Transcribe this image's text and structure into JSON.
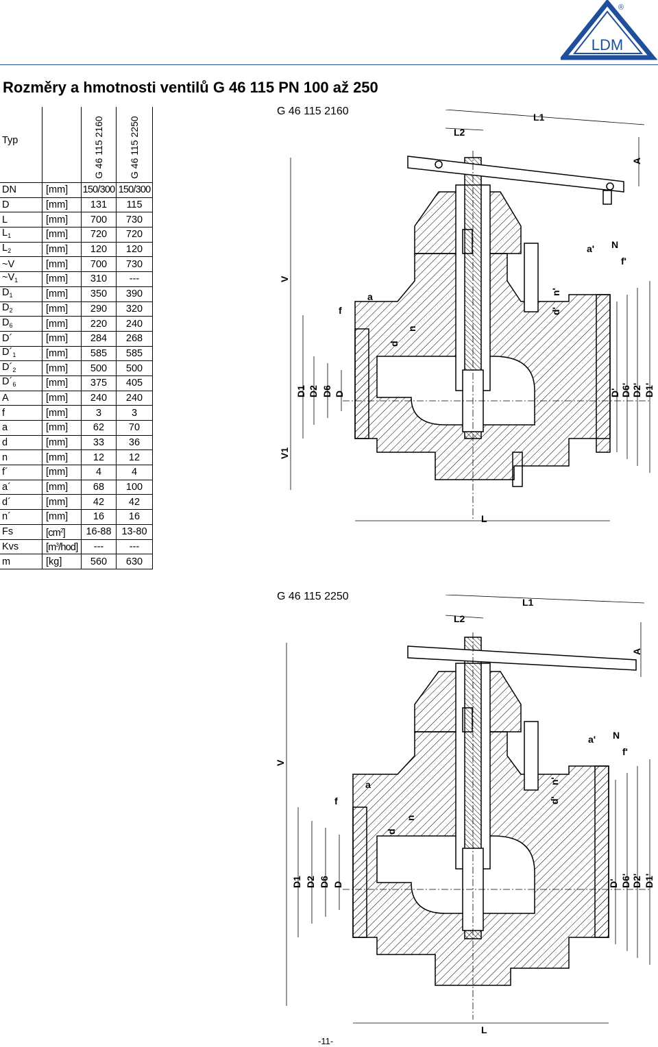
{
  "logo": {
    "text": "LDM",
    "registered": "®",
    "color": "#1f4e9a"
  },
  "title": "Rozměry a hmotnosti ventilů G 46 115 PN 100 až 250",
  "table": {
    "typ_label": "Typ",
    "col1": "G 46 115 2160",
    "col2": "G 46 115 2250",
    "rows": [
      {
        "sym": "DN",
        "unit": "[mm]",
        "v1": "150/300",
        "v2": "150/300"
      },
      {
        "sym": "D",
        "unit": "[mm]",
        "v1": "131",
        "v2": "115"
      },
      {
        "sym": "L",
        "unit": "[mm]",
        "v1": "700",
        "v2": "730"
      },
      {
        "sym": "L1",
        "unit": "[mm]",
        "v1": "720",
        "v2": "720"
      },
      {
        "sym": "L2",
        "unit": "[mm]",
        "v1": "120",
        "v2": "120"
      },
      {
        "sym": "~V",
        "unit": "[mm]",
        "v1": "700",
        "v2": "730"
      },
      {
        "sym": "~V1",
        "unit": "[mm]",
        "v1": "310",
        "v2": "---"
      },
      {
        "sym": "D1",
        "unit": "[mm]",
        "v1": "350",
        "v2": "390"
      },
      {
        "sym": "D2",
        "unit": "[mm]",
        "v1": "290",
        "v2": "320"
      },
      {
        "sym": "D6",
        "unit": "[mm]",
        "v1": "220",
        "v2": "240"
      },
      {
        "sym": "D´",
        "unit": "[mm]",
        "v1": "284",
        "v2": "268"
      },
      {
        "sym": "D´1",
        "unit": "[mm]",
        "v1": "585",
        "v2": "585"
      },
      {
        "sym": "D´2",
        "unit": "[mm]",
        "v1": "500",
        "v2": "500"
      },
      {
        "sym": "D´6",
        "unit": "[mm]",
        "v1": "375",
        "v2": "405"
      },
      {
        "sym": "A",
        "unit": "[mm]",
        "v1": "240",
        "v2": "240"
      },
      {
        "sym": "f",
        "unit": "[mm]",
        "v1": "3",
        "v2": "3"
      },
      {
        "sym": "a",
        "unit": "[mm]",
        "v1": "62",
        "v2": "70"
      },
      {
        "sym": "d",
        "unit": "[mm]",
        "v1": "33",
        "v2": "36"
      },
      {
        "sym": "n",
        "unit": "[mm]",
        "v1": "12",
        "v2": "12"
      },
      {
        "sym": "f´",
        "unit": "[mm]",
        "v1": "4",
        "v2": "4"
      },
      {
        "sym": "a´",
        "unit": "[mm]",
        "v1": "68",
        "v2": "100"
      },
      {
        "sym": "d´",
        "unit": "[mm]",
        "v1": "42",
        "v2": "42"
      },
      {
        "sym": "n´",
        "unit": "[mm]",
        "v1": "16",
        "v2": "16"
      },
      {
        "sym": "Fs",
        "unit": "[cm2]",
        "v1": "16-88",
        "v2": "13-80"
      },
      {
        "sym": "Kvs",
        "unit": "[m3/hod]",
        "v1": "---",
        "v2": "---"
      },
      {
        "sym": "m",
        "unit": "[kg]",
        "v1": "560",
        "v2": "630"
      }
    ]
  },
  "drawing1": {
    "title": "G 46 115 2160",
    "labels": {
      "L1": "L1",
      "L2": "L2",
      "A": "A",
      "V": "V",
      "V1": "V1",
      "L": "L",
      "a": "a",
      "f": "f",
      "d": "d",
      "n": "n",
      "a_p": "a'",
      "N": "N",
      "f_p": "f'",
      "n_p": "n'",
      "d_p": "d'",
      "D1": "D1",
      "D2": "D2",
      "D6": "D6",
      "D": "D",
      "Dp": "D'",
      "D6p": "D6'",
      "D2p": "D2'",
      "D1p": "D1'"
    }
  },
  "drawing2": {
    "title": "G 46 115 2250",
    "labels": {
      "L1": "L1",
      "L2": "L2",
      "A": "A",
      "V": "V",
      "L": "L",
      "a": "a",
      "f": "f",
      "d": "d",
      "n": "n",
      "a_p": "a'",
      "N": "N",
      "f_p": "f'",
      "n_p": "n'",
      "d_p": "d'",
      "D1": "D1",
      "D2": "D2",
      "D6": "D6",
      "D": "D",
      "Dp": "D'",
      "D6p": "D6'",
      "D2p": "D2'",
      "D1p": "D1'"
    }
  },
  "page_number": "-11-"
}
